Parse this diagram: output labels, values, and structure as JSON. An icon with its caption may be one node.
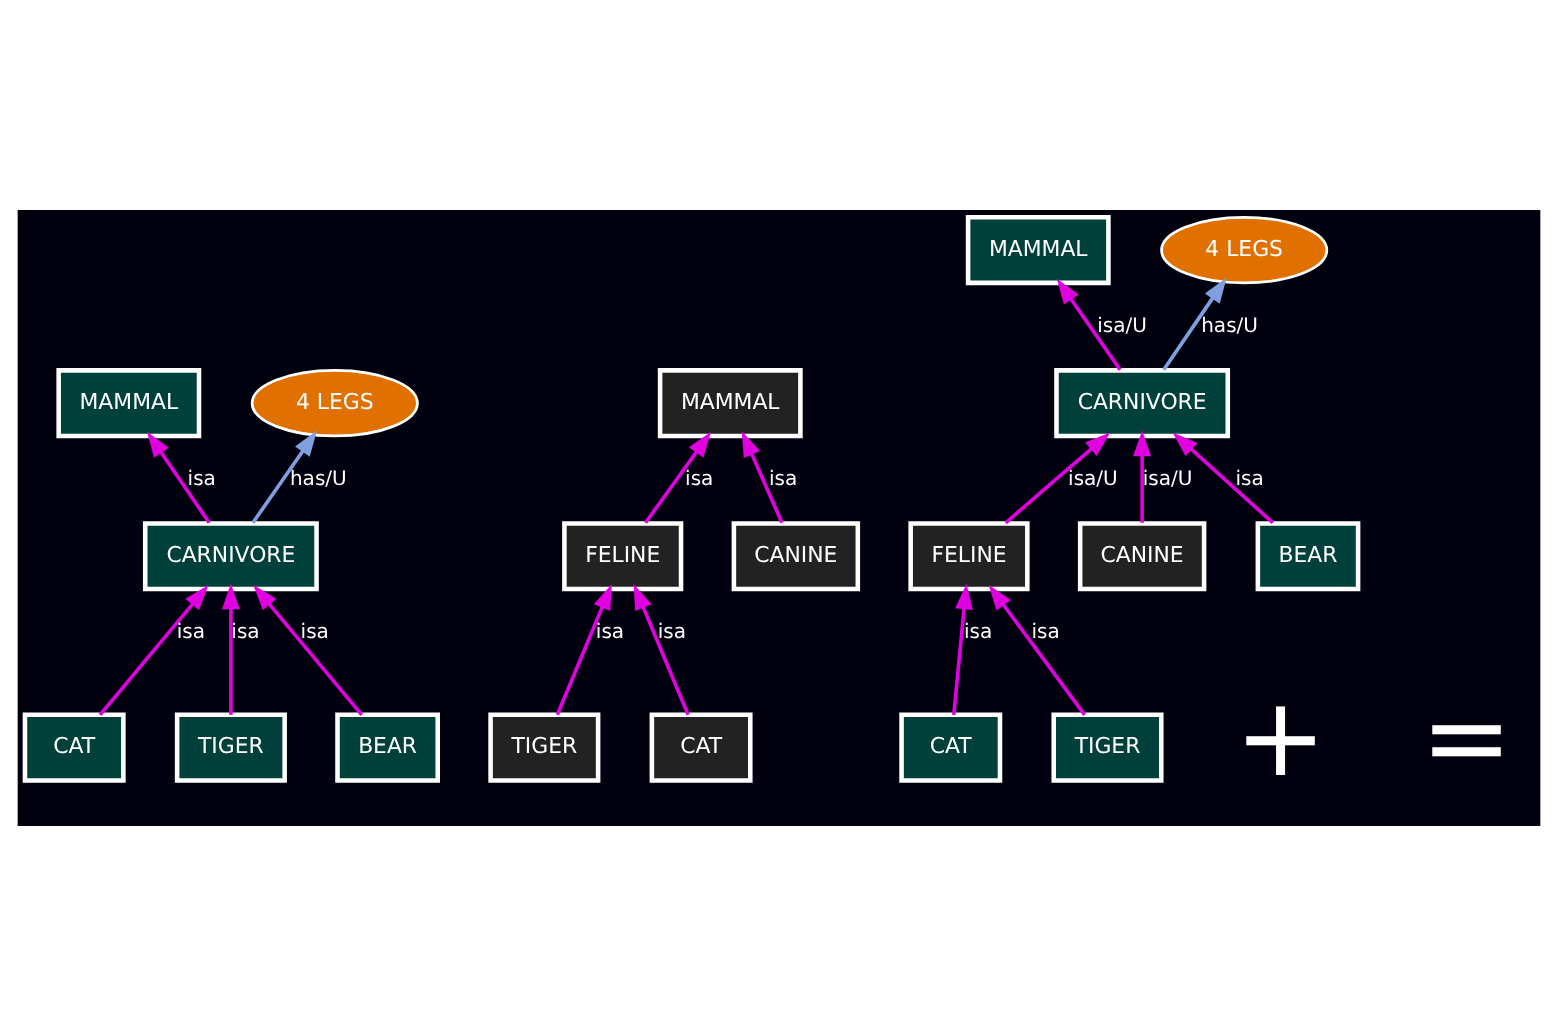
{
  "diagram": {
    "nodes": [
      {
        "text": [
          "MAMMAL"
        ]
      },
      {
        "text": [
          "4 LEGS"
        ]
      },
      {
        "text": [
          "CARNIVORE"
        ]
      },
      {
        "text": [
          "CAT"
        ]
      },
      {
        "text": [
          "TIGER"
        ]
      },
      {
        "text": [
          "BEAR"
        ]
      },
      {
        "text": [
          "MAMMAL"
        ]
      },
      {
        "text": [
          "FELINE"
        ]
      },
      {
        "text": [
          "CANINE"
        ]
      },
      {
        "text": [
          "TIGER"
        ]
      },
      {
        "text": [
          "CAT"
        ]
      },
      {
        "text": [
          "MAMMAL"
        ]
      },
      {
        "text": [
          "CARNIVORE"
        ]
      },
      {
        "text": [
          "4 LEGS"
        ]
      },
      {
        "text": [
          "FELINE"
        ]
      },
      {
        "text": [
          "CANINE"
        ]
      },
      {
        "text": [
          "CAT"
        ]
      },
      {
        "text": [
          "TIGER"
        ]
      },
      {
        "text": [
          "BEAR"
        ]
      }
    ],
    "edges": [
      {
        "from": 2,
        "to": 0,
        "arrow": "to",
        "label": "isa"
      },
      {
        "from": 2,
        "to": 1,
        "arrow": "to",
        "label": "has/U",
        "color": "#7f9fdf"
      },
      {
        "from": 3,
        "to": 2,
        "arrow": "to",
        "label": "isa"
      },
      {
        "from": 4,
        "to": 2,
        "arrow": "to",
        "label": "isa"
      },
      {
        "from": 5,
        "to": 2,
        "arrow": "to",
        "label": "isa"
      },
      {
        "from": 7,
        "to": 6,
        "arrow": "to",
        "label": "isa"
      },
      {
        "from": 8,
        "to": 6,
        "arrow": "to",
        "label": "isa"
      },
      {
        "from": 9,
        "to": 7,
        "arrow": "to",
        "label": "isa"
      },
      {
        "from": 10,
        "to": 7,
        "arrow": "to",
        "label": "isa"
      },
      {
        "from": 12,
        "to": 11,
        "arrow": "to",
        "label": "isa/U"
      },
      {
        "from": 12,
        "to": 13,
        "arrow": "to",
        "label": "has/U",
        "color": "#7f9fdf"
      },
      {
        "from": 14,
        "to": 12,
        "arrow": "to",
        "label": "isa/U"
      },
      {
        "from": 15,
        "to": 12,
        "arrow": "to",
        "label": "isa/U"
      },
      {
        "from": 18,
        "to": 12,
        "arrow": "to",
        "label": "isa"
      },
      {
        "from": 16,
        "to": 14,
        "arrow": "to",
        "label": "isa"
      },
      {
        "from": 17,
        "to": 14,
        "arrow": "to",
        "label": "isa"
      }
    ],
    "labels": [
      "+",
      "="
    ]
  }
}
